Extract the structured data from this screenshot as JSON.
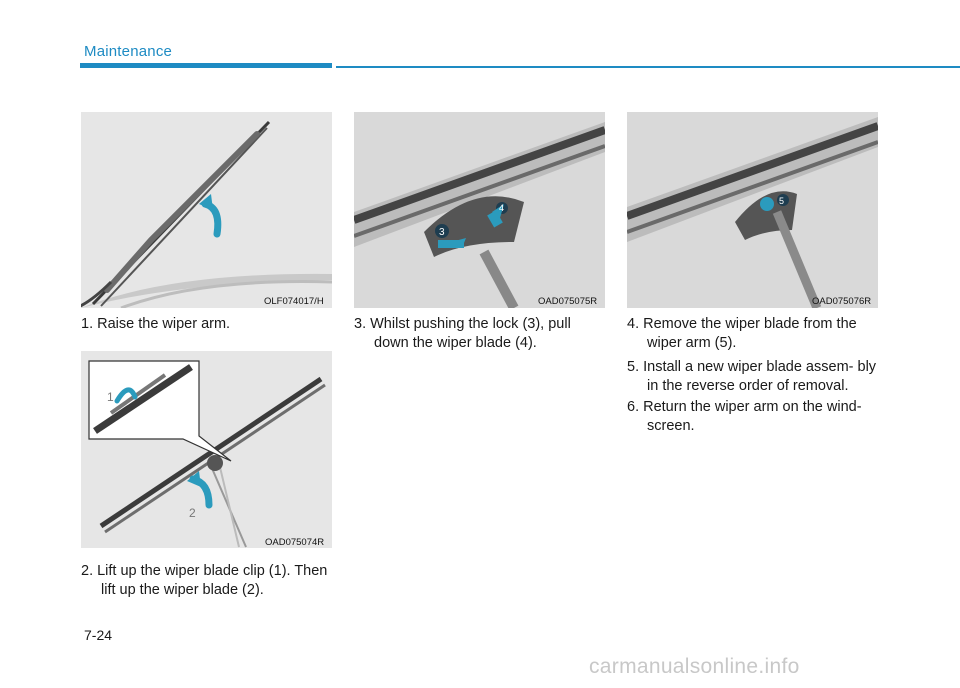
{
  "header": {
    "section": "Maintenance"
  },
  "figures": [
    {
      "code": "OLF074017/H"
    },
    {
      "code": "OAD075074R",
      "callouts": [
        "1",
        "2"
      ]
    },
    {
      "code": "OAD075075R",
      "callouts": [
        "3",
        "4"
      ]
    },
    {
      "code": "OAD075076R",
      "callouts": [
        "5"
      ]
    }
  ],
  "steps": [
    {
      "text": "1. Raise the wiper arm."
    },
    {
      "text": "2. Lift up the wiper blade clip (1). Then lift up the wiper blade (2)."
    },
    {
      "text": "3. Whilst pushing the lock (3), pull down the wiper blade (4)."
    },
    {
      "text": "4. Remove the wiper blade from the wiper arm (5)."
    },
    {
      "text": "5. Install a new wiper blade assem- bly in the reverse order of removal."
    },
    {
      "text": "6. Return the wiper arm on the wind- screen."
    }
  ],
  "footer": {
    "page_number": "7-24",
    "watermark": "carmanualsonline.info"
  },
  "colors": {
    "accent": "#1e8bc3",
    "arrow": "#2b9bbd",
    "figure_bg": "#e6e6e6"
  }
}
